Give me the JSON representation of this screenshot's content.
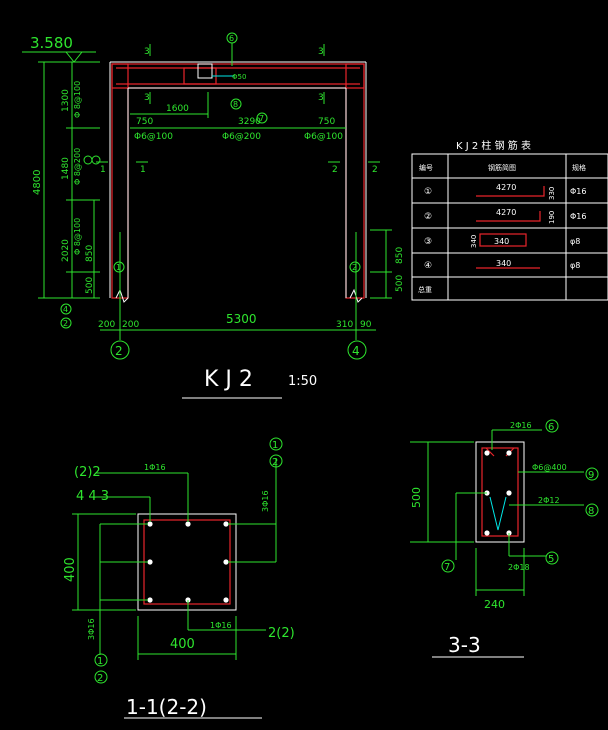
{
  "elevation": {
    "level": "3.580"
  },
  "frame": {
    "title": "K J 2",
    "scale": "1:50",
    "height_dim": "4800",
    "span_dim": "5300",
    "left_dims": [
      "1300",
      "1480",
      "2020"
    ],
    "left_stirrup_top": "Φ 8@100",
    "left_stirrup_mid": "Φ 8@200",
    "left_stirrup_bot": "Φ 8@100",
    "left_dim_850": "850",
    "left_dim_500": "500",
    "right_dim_850": "850",
    "right_dim_500": "500",
    "dim_1600": "1600",
    "dim_3290": "3290",
    "dim_750_left": "750",
    "dim_750_right": "750",
    "stirrup_left": "Φ6@100",
    "stirrup_mid": "Φ6@200",
    "stirrup_right": "Φ6@100",
    "beam_bar_label": "Φ50",
    "bottom_left_dims": [
      "200",
      "200"
    ],
    "bottom_right_dims": [
      "310",
      "90"
    ],
    "axis_left": "2",
    "axis_right": "4",
    "section_marks": {
      "s3": "3",
      "s1": "1",
      "s2": "2"
    },
    "callouts": {
      "c6": "6",
      "c8": "8",
      "c7": "7",
      "c4": "4",
      "c2": "2",
      "c1": "1",
      "c3": "3"
    }
  },
  "rebar_table": {
    "title": "K J 2 柱 钢 筋 表",
    "headers": [
      "编号",
      "钢筋简图",
      "规格"
    ],
    "rows": [
      {
        "no": "①",
        "len": "4270",
        "spec": "Φ16"
      },
      {
        "no": "②",
        "len": "4270",
        "spec": "Φ16"
      },
      {
        "no": "③",
        "len": "340",
        "spec": "φ8"
      },
      {
        "no": "④",
        "len": "340",
        "spec": "φ8"
      }
    ],
    "side_dims": [
      "330",
      "190"
    ],
    "row3_side": "340",
    "total_label": "总重"
  },
  "section_11": {
    "title": "1-1(2-2)",
    "width": "400",
    "height": "400",
    "top_bar": "1Φ16",
    "right_bar": "3Φ16",
    "left_bar": "3Φ16",
    "bottom_bar": "1Φ16",
    "tag_top_left": "(2)2",
    "tag_stirrup": "4 4 3",
    "tag_bottom_right": "2(2)",
    "tag_right_top": [
      "1",
      "2"
    ],
    "tag_left_bottom": [
      "1",
      "2"
    ]
  },
  "section_33": {
    "title": "3-3",
    "width": "240",
    "height": "500",
    "top_bar": "2Φ16",
    "stirrup": "Φ6@400",
    "middle_bar": "2Φ12",
    "bottom_bar": "2Φ18",
    "tags": [
      "6",
      "9",
      "8",
      "5",
      "7"
    ]
  }
}
